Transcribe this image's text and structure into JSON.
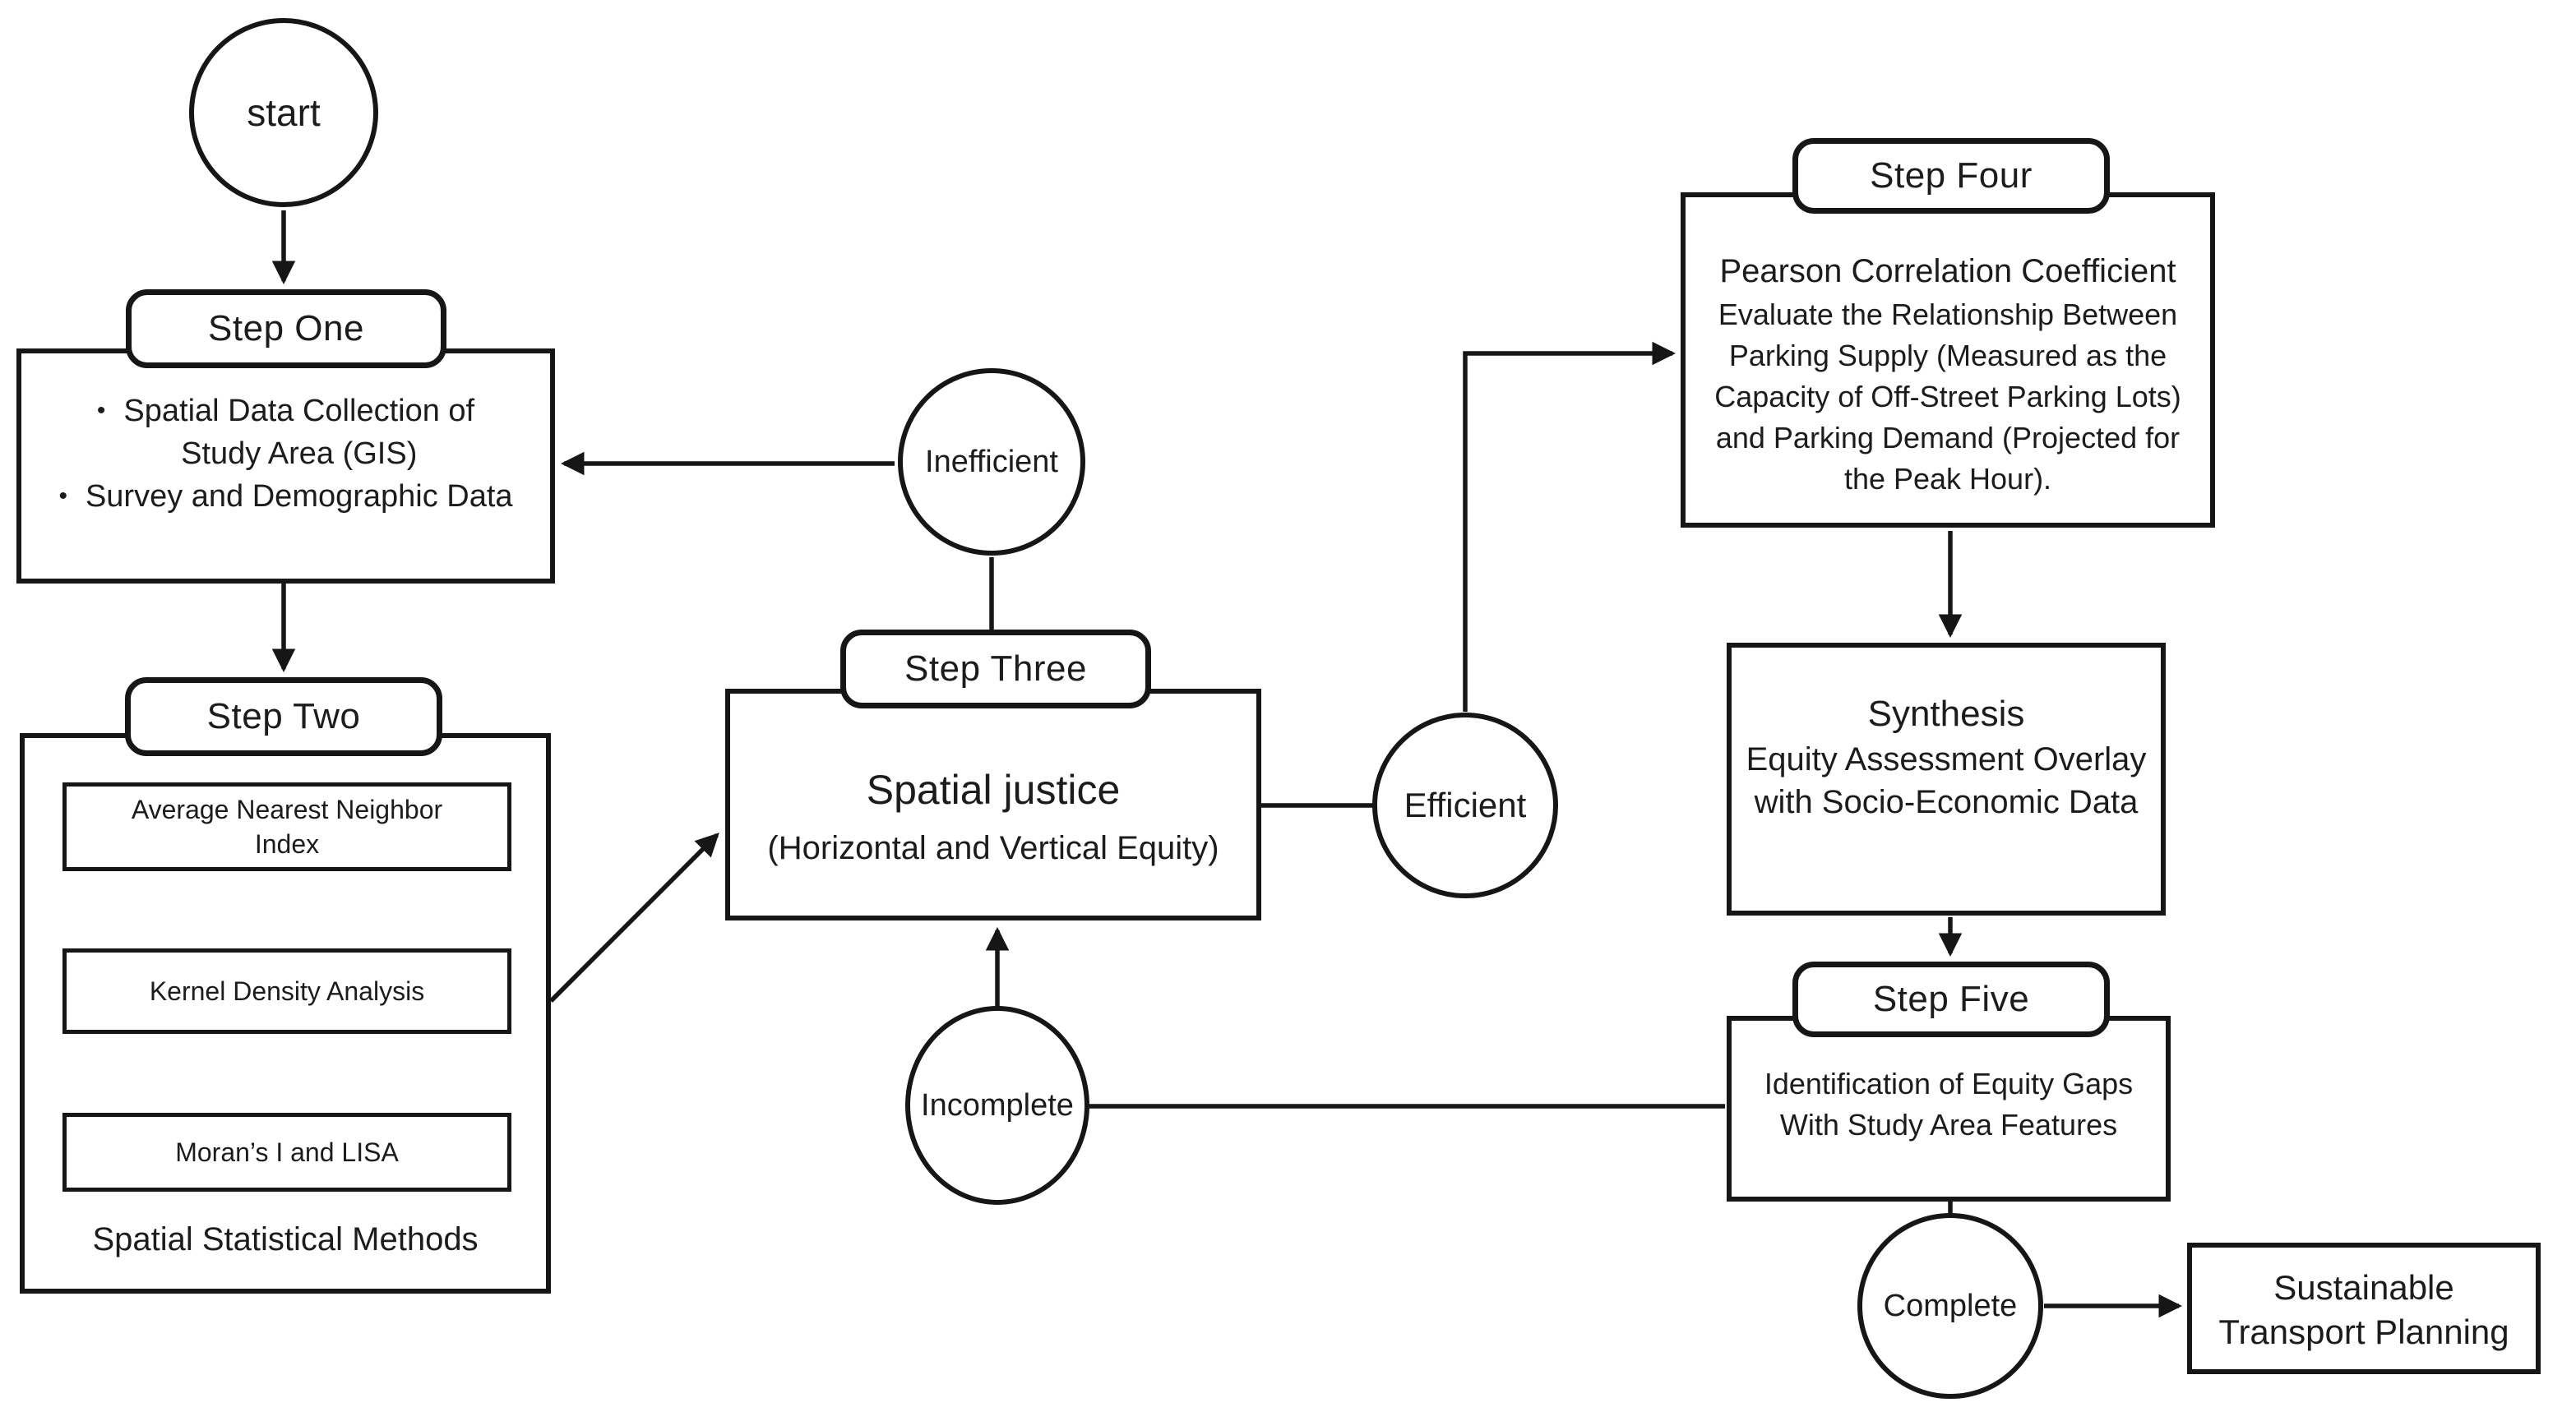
{
  "diagram_type": "flowchart",
  "colors": {
    "stroke": "#161616",
    "background": "#ffffff",
    "text": "#1c1c1c"
  },
  "nodes": {
    "start": {
      "label": "start"
    },
    "step_one": {
      "tab": "Step One",
      "bullet_glyph": "•",
      "bullet1_line1": "Spatial Data Collection of",
      "bullet1_line2": "Study Area (GIS)",
      "bullet2": "Survey and Demographic Data"
    },
    "step_two": {
      "tab": "Step Two",
      "box1_line1": "Average Nearest Neighbor",
      "box1_line2": "Index",
      "box2": "Kernel Density Analysis",
      "box3": "Moran’s I and LISA",
      "caption": "Spatial Statistical Methods"
    },
    "step_three": {
      "tab": "Step Three",
      "title": "Spatial justice",
      "subtitle": "(Horizontal and Vertical Equity)"
    },
    "step_four": {
      "tab": "Step Four",
      "title": "Pearson Correlation Coefficient",
      "body_line1": "Evaluate the Relationship Between",
      "body_line2": "Parking Supply (Measured as the",
      "body_line3": "Capacity of Off-Street Parking Lots)",
      "body_line4": "and Parking Demand (Projected for",
      "body_line5": "the Peak Hour)."
    },
    "synthesis": {
      "title": "Synthesis",
      "line1": "Equity Assessment Overlay",
      "line2": "with Socio-Economic Data"
    },
    "step_five": {
      "tab": "Step Five",
      "line1": "Identification of Equity Gaps",
      "line2": "With Study Area Features"
    },
    "outcome": {
      "line1": "Sustainable",
      "line2": "Transport Planning"
    },
    "decisions": {
      "inefficient": "Inefficient",
      "efficient": "Efficient",
      "incomplete": "Incomplete",
      "complete": "Complete"
    }
  }
}
